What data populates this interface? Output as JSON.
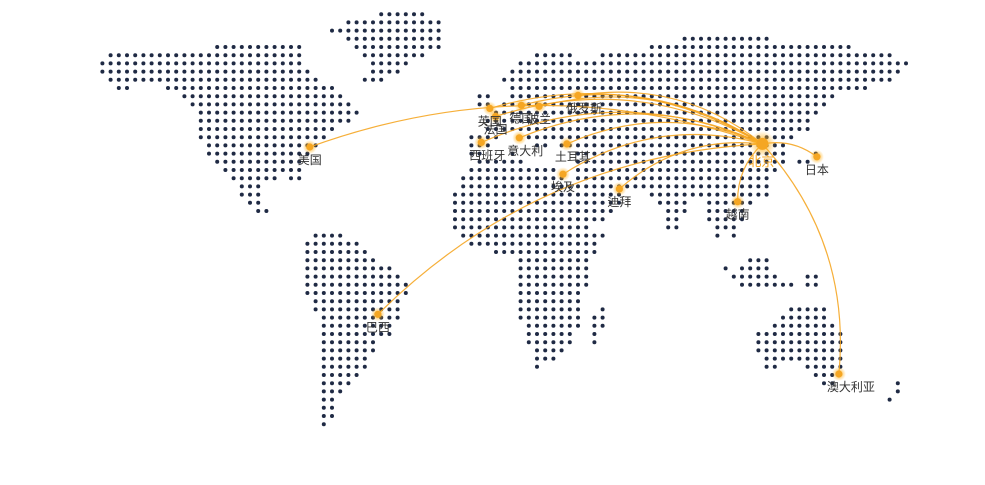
{
  "map": {
    "colors": {
      "dots": "#1f2a44",
      "routes": "#f5a623",
      "markers": "#f5a623",
      "label": "#333333",
      "hub_label": "#f5a623"
    },
    "hub": {
      "name": "北京",
      "lon": 116.4,
      "lat": 39.9
    },
    "destinations": [
      {
        "name": "美国",
        "lon": -77.0,
        "lat": 38.9
      },
      {
        "name": "巴西",
        "lon": -47.9,
        "lat": -15.8
      },
      {
        "name": "英国",
        "lon": -0.1,
        "lat": 51.5
      },
      {
        "name": "法国",
        "lon": 2.35,
        "lat": 48.85
      },
      {
        "name": "西班牙",
        "lon": -3.7,
        "lat": 40.4
      },
      {
        "name": "德国",
        "lon": 13.4,
        "lat": 52.5
      },
      {
        "name": "波兰",
        "lon": 21.0,
        "lat": 52.2
      },
      {
        "name": "意大利",
        "lon": 12.5,
        "lat": 41.9
      },
      {
        "name": "俄罗斯",
        "lon": 37.6,
        "lat": 55.75
      },
      {
        "name": "土耳其",
        "lon": 32.85,
        "lat": 39.9
      },
      {
        "name": "埃及",
        "lon": 31.2,
        "lat": 30.0
      },
      {
        "name": "迪拜",
        "lon": 55.3,
        "lat": 25.2
      },
      {
        "name": "越南",
        "lon": 105.8,
        "lat": 21.0
      },
      {
        "name": "日本",
        "lon": 139.7,
        "lat": 35.7
      },
      {
        "name": "澳大利亚",
        "lon": 149.1,
        "lat": -35.3
      }
    ]
  }
}
